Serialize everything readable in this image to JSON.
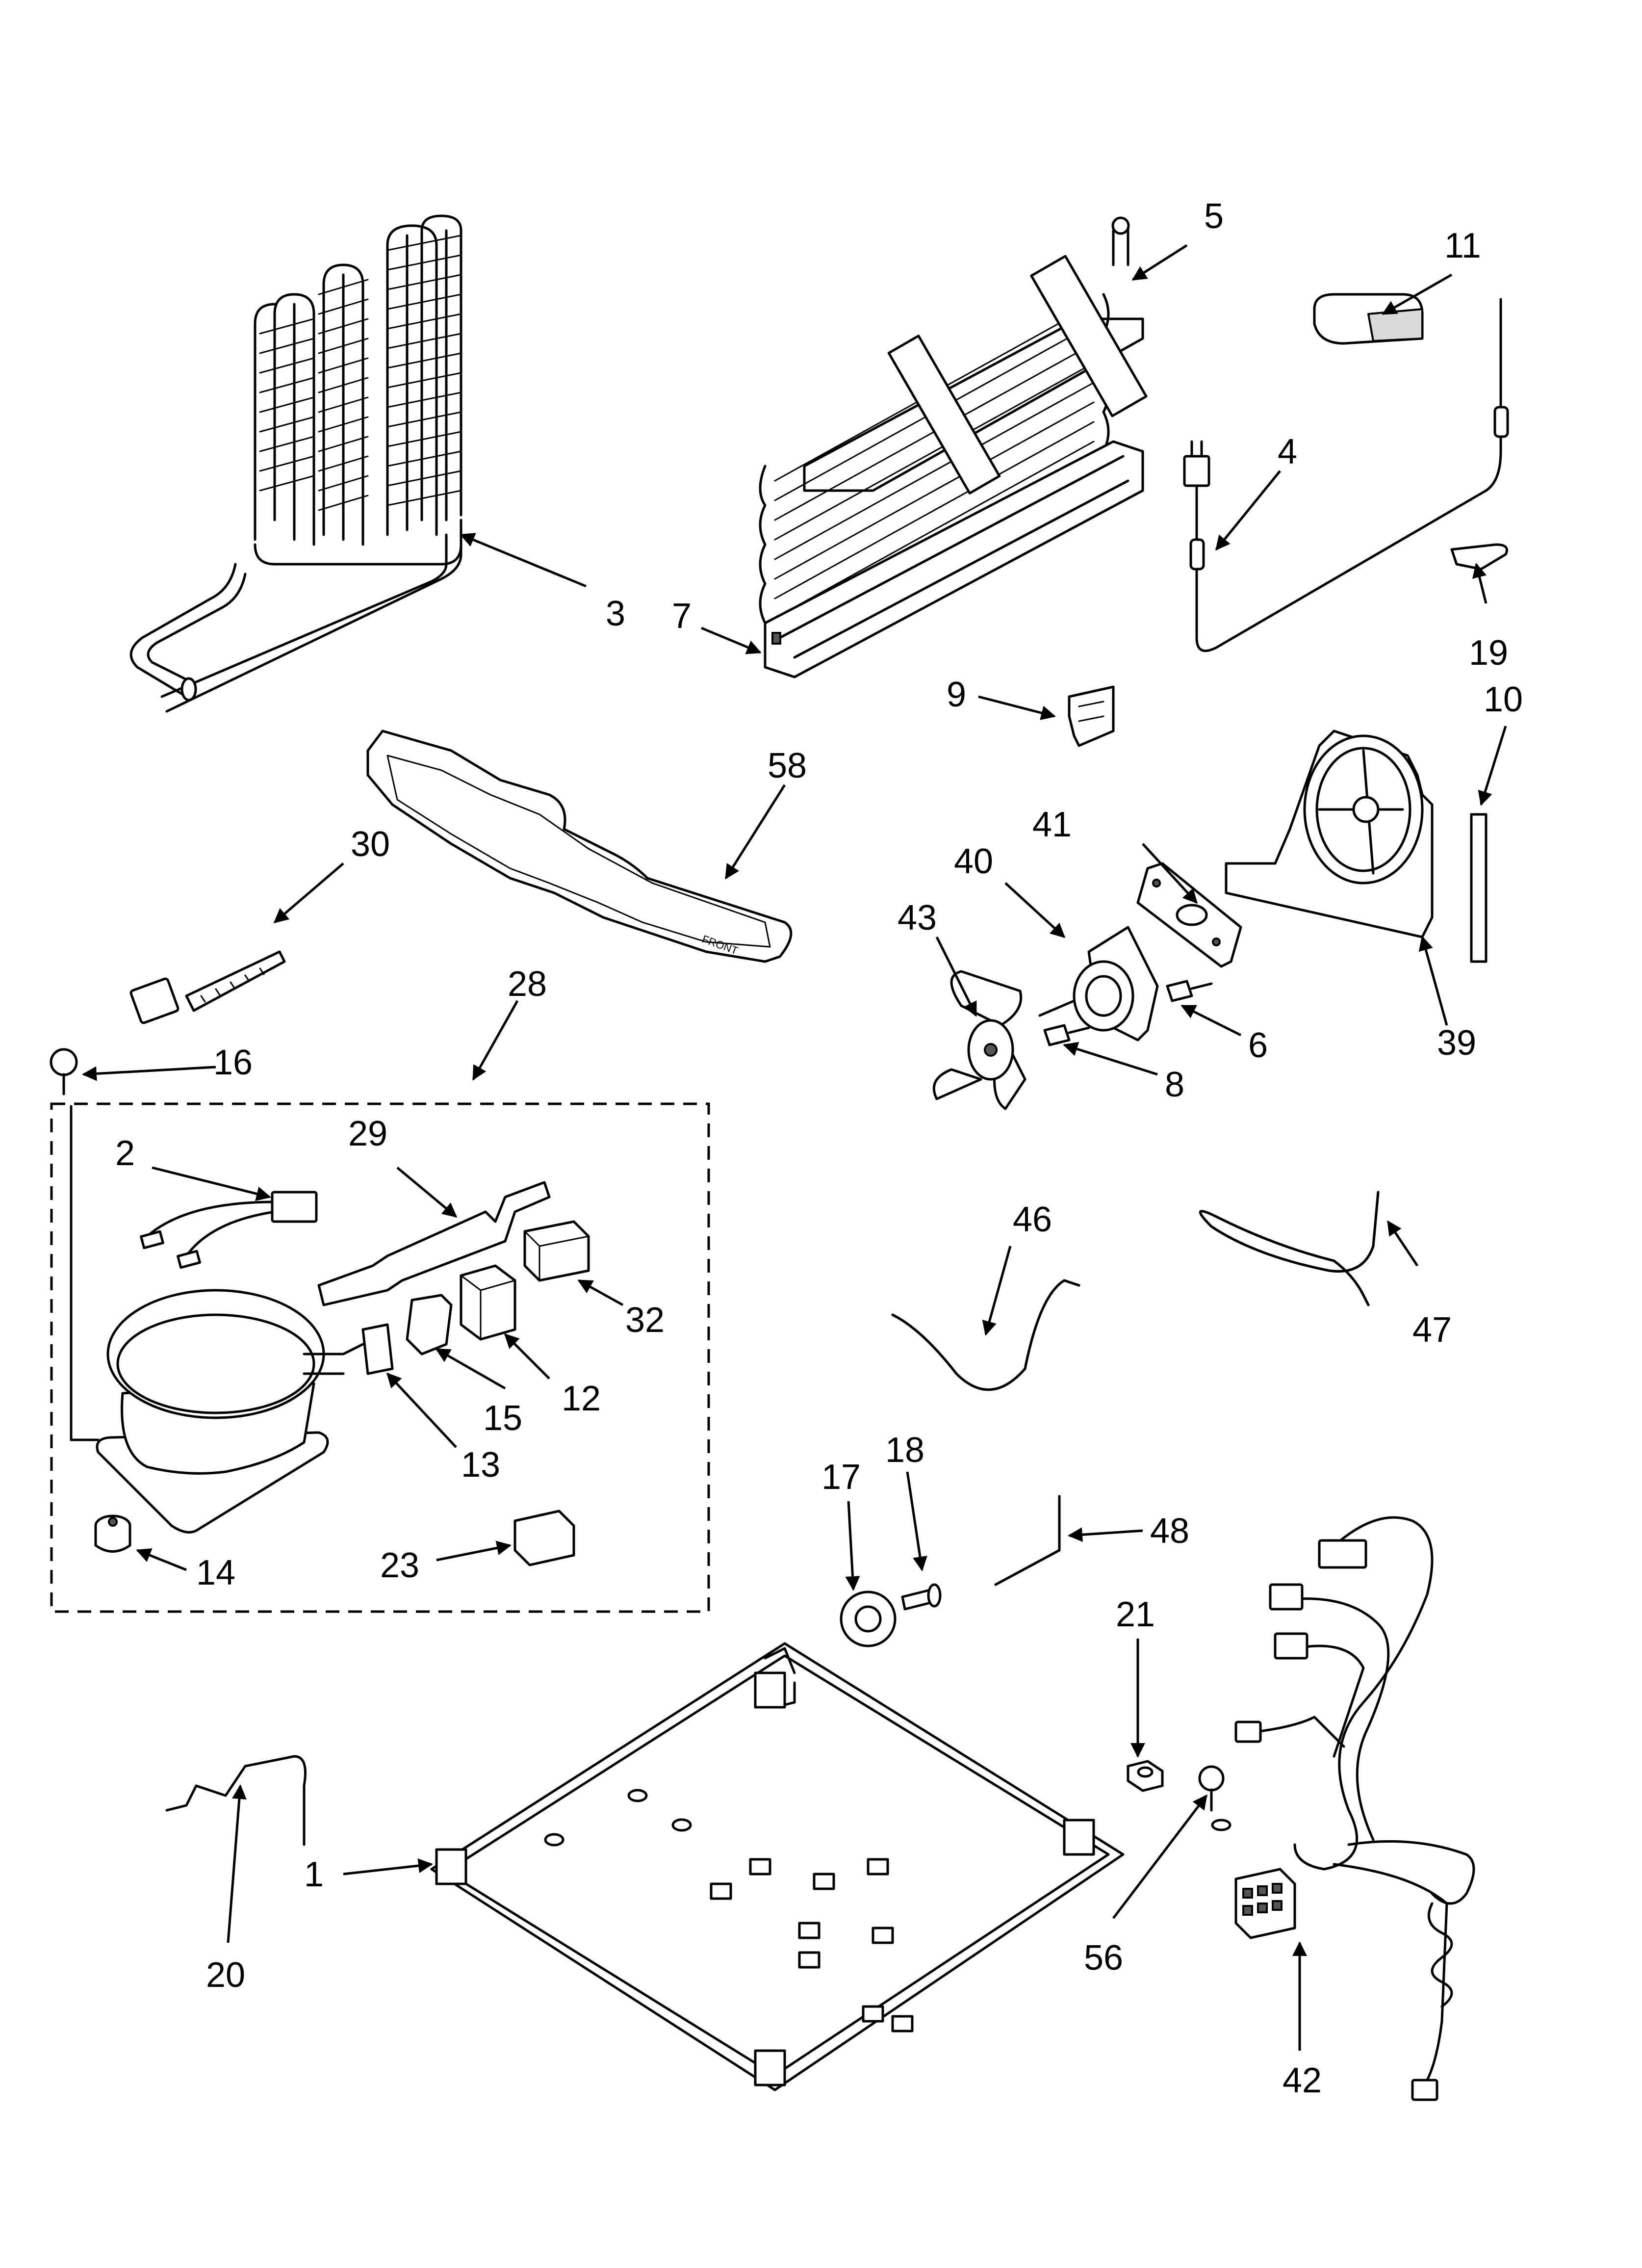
{
  "diagram": {
    "callouts": [
      "1",
      "2",
      "3",
      "4",
      "5",
      "6",
      "7",
      "8",
      "9",
      "10",
      "11",
      "12",
      "13",
      "14",
      "15",
      "16",
      "17",
      "18",
      "19",
      "20",
      "21",
      "23",
      "28",
      "29",
      "30",
      "32",
      "39",
      "40",
      "41",
      "42",
      "43",
      "46",
      "47",
      "48",
      "56",
      "58"
    ],
    "tray_text": [
      "FRONT"
    ]
  }
}
